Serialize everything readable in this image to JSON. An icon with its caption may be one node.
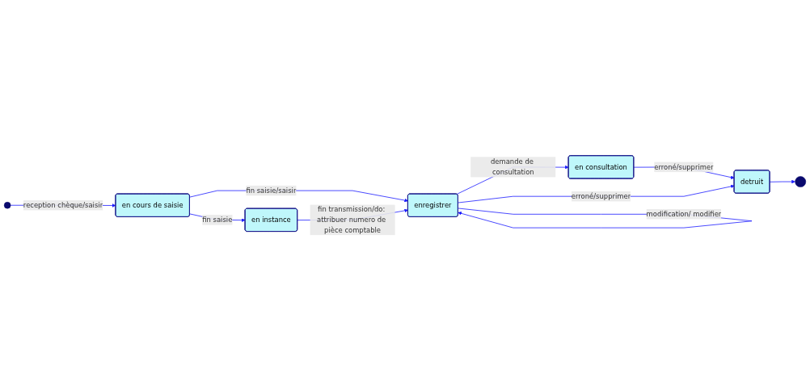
{
  "diagram": {
    "nodes": [
      {
        "text": [],
        "shape": "circle"
      },
      {
        "text": [
          "en cours de saisie"
        ]
      },
      {
        "text": [
          "enregistrer"
        ]
      },
      {
        "text": [
          "en consultation"
        ]
      },
      {
        "text": [
          "detruit"
        ]
      },
      {
        "text": [
          "en instance"
        ]
      },
      {
        "text": [],
        "shape": "circle"
      }
    ],
    "edges": [
      {
        "from": 0,
        "to": 1,
        "arrow": "to",
        "label": "reception chèque/saisir"
      },
      {
        "from": 1,
        "to": 2,
        "arrow": "to",
        "label": "fin saisie/saisir"
      },
      {
        "from": 1,
        "to": 5,
        "arrow": "to",
        "label": "fin saisie"
      },
      {
        "from": 5,
        "to": 2,
        "arrow": "to",
        "label": "fin transmission/do: attribuer numero de pièce comptable"
      },
      {
        "from": 2,
        "to": 3,
        "arrow": "to",
        "label": "demande de consultation"
      },
      {
        "from": 3,
        "to": 4,
        "arrow": "to",
        "label": "erroné/supprimer"
      },
      {
        "from": 2,
        "to": 4,
        "arrow": "to",
        "label": "erroné/supprimer"
      },
      {
        "from": 2,
        "to": 2,
        "arrow": "to",
        "label": "modification/ modifier"
      },
      {
        "from": 4,
        "to": 6,
        "arrow": "to"
      }
    ]
  }
}
